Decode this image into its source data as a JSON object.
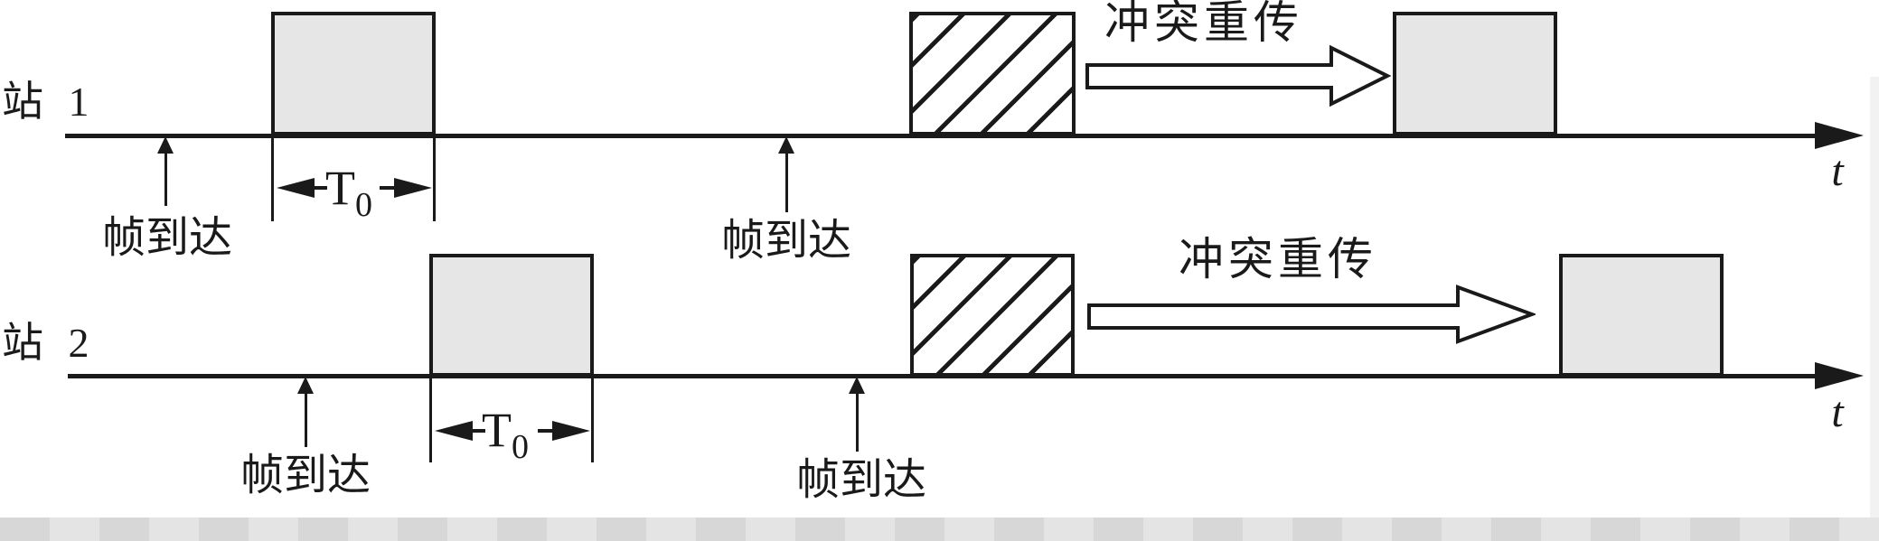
{
  "colors": {
    "ink": "#1a1a1a",
    "frame_fill": "#e6e6e6",
    "artifact_bar": "#e4e4e4"
  },
  "station1": {
    "label": "站 1",
    "frame_arrival_1": "帧到达",
    "frame_arrival_2": "帧到达",
    "t0": {
      "base": "T",
      "sub": "0"
    },
    "retransmit_label": "冲突重传",
    "axis_label": "t"
  },
  "station2": {
    "label": "站 2",
    "frame_arrival_1": "帧到达",
    "frame_arrival_2": "帧到达",
    "t0": {
      "base": "T",
      "sub": "0"
    },
    "retransmit_label": "冲突重传",
    "axis_label": "t"
  }
}
